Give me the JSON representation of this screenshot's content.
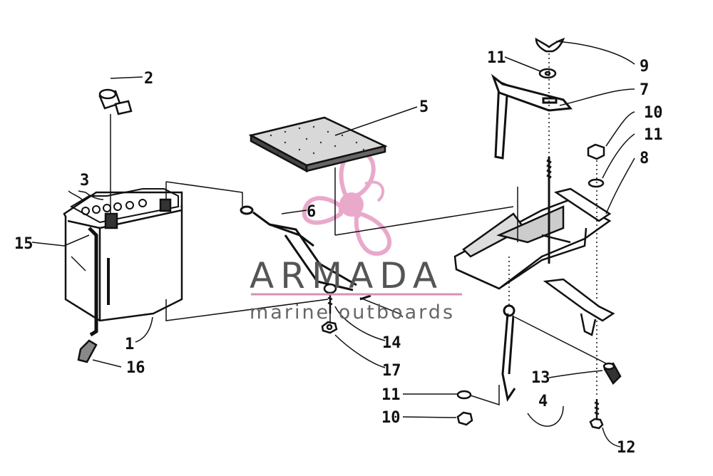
{
  "diagram": {
    "callouts": [
      "1",
      "2",
      "3",
      "4",
      "5",
      "6",
      "7",
      "8",
      "9",
      "10",
      "10",
      "11",
      "11",
      "11",
      "12",
      "13",
      "14",
      "15",
      "16",
      "17"
    ],
    "watermark": {
      "brand": "ARMADA",
      "tagline": "marine outboards",
      "logo_icon": "propeller-icon",
      "logo_color": "#e69bc2",
      "underline_color": "#d98fb8"
    },
    "line_color": "#111111",
    "background": "#ffffff"
  }
}
